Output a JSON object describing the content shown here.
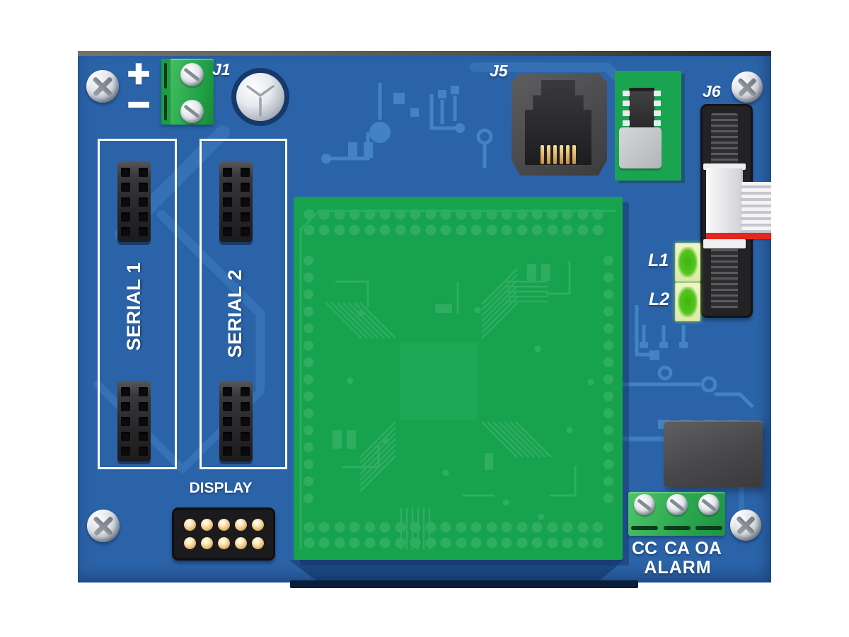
{
  "illustration": {
    "labels": {
      "power_plus": "+",
      "power_minus": "−",
      "j1": "J1",
      "j5": "J5",
      "j6": "J6",
      "l1": "L1",
      "l2": "L2",
      "serial_1": "SERIAL 1",
      "serial_2": "SERIAL 2",
      "display": "DISPLAY",
      "alarm": "ALARM",
      "alarm_terminals": [
        "CC",
        "CA",
        "OA"
      ]
    },
    "colors": {
      "background": "#ffffff",
      "board_blue": "#2b63a8",
      "trace_blue": "#4686c7",
      "module_green": "#17a24e",
      "module_trace_green": "#2fae61",
      "terminal_green": "#3fbf5e",
      "led_green": "#54c41f",
      "ribbon_red_stripe": "#e8251c",
      "connector_dark": "#232325",
      "screw_silver": "#d9dde1",
      "label_white": "#ffffff"
    }
  }
}
